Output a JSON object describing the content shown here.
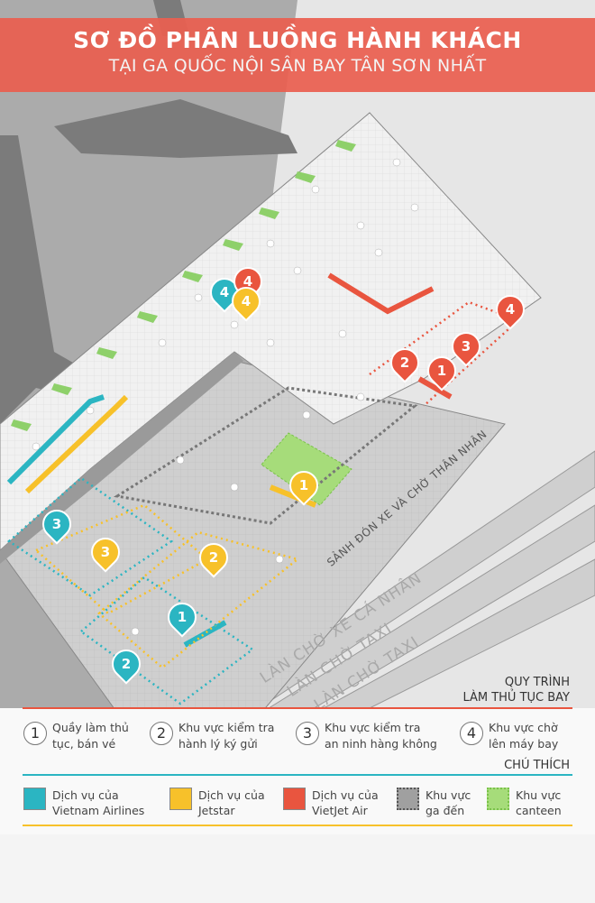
{
  "title": {
    "line1": "SƠ ĐỒ PHÂN LUỒNG HÀNH KHÁCH",
    "line2": "TẠI GA QUỐC NỘI SÂN BAY TÂN SƠN NHẤT"
  },
  "map": {
    "roads": [
      "LÀN CHỜ XE CÁ NHÂN",
      "LÀN CHỜ TAXI",
      "LÀN CHỜ TAXI"
    ],
    "lobby": "SẢNH ĐÓN XE VÀ CHỜ THÂN NHÂN",
    "pins": [
      {
        "n": "4",
        "c": "#2bb5c2"
      },
      {
        "n": "4",
        "c": "#e9553f"
      },
      {
        "n": "4",
        "c": "#f7c12a"
      },
      {
        "n": "4",
        "c": "#e9553f"
      },
      {
        "n": "2",
        "c": "#e9553f"
      },
      {
        "n": "1",
        "c": "#e9553f"
      },
      {
        "n": "3",
        "c": "#e9553f"
      },
      {
        "n": "1",
        "c": "#f7c12a"
      },
      {
        "n": "2",
        "c": "#f7c12a"
      },
      {
        "n": "3",
        "c": "#f7c12a"
      },
      {
        "n": "3",
        "c": "#2bb5c2"
      },
      {
        "n": "1",
        "c": "#2bb5c2"
      },
      {
        "n": "2",
        "c": "#2bb5c2"
      }
    ]
  },
  "process": {
    "heading": [
      "QUY TRÌNH",
      "LÀM THỦ TỤC BAY"
    ],
    "steps": [
      {
        "n": "1",
        "l1": "Quầy làm thủ",
        "l2": "tục, bán vé"
      },
      {
        "n": "2",
        "l1": "Khu vực kiểm tra",
        "l2": "hành lý ký gửi"
      },
      {
        "n": "3",
        "l1": "Khu vực kiểm tra",
        "l2": "an ninh hàng không"
      },
      {
        "n": "4",
        "l1": "Khu vực chờ",
        "l2": "lên máy bay"
      }
    ]
  },
  "legend": {
    "heading": "CHÚ THÍCH",
    "items": [
      {
        "l1": "Dịch vụ của",
        "l2": "Vietnam Airlines",
        "color": "#2bb5c2"
      },
      {
        "l1": "Dịch vụ của",
        "l2": "Jetstar",
        "color": "#f7c12a"
      },
      {
        "l1": "Dịch vụ của",
        "l2": "VietJet Air",
        "color": "#e9553f"
      },
      {
        "l1": "Khu vực",
        "l2": "ga đến",
        "color": "#a0a0a0"
      },
      {
        "l1": "Khu vực",
        "l2": "canteen",
        "color": "#a6dc7a"
      }
    ]
  }
}
